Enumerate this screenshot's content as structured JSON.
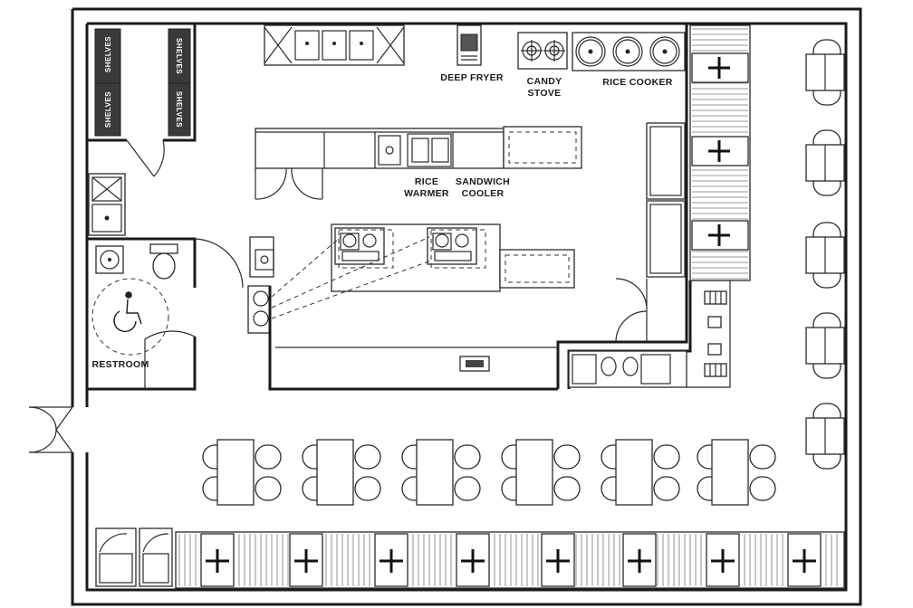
{
  "labels": {
    "shelves_1": "SHELVES",
    "shelves_2": "SHELVES",
    "shelves_3": "SHELVES",
    "shelves_4": "SHELVES",
    "deep_fryer": "DEEP FRYER",
    "candy_stove_1": "CANDY",
    "candy_stove_2": "STOVE",
    "rice_cooker": "RICE COOKER",
    "rice_warmer_1": "RICE",
    "rice_warmer_2": "WARMER",
    "sandwich_cooler_1": "SANDWICH",
    "sandwich_cooler_2": "COOLER",
    "restroom": "RESTROOM"
  },
  "colors": {
    "wall": "#1a1a1a",
    "shelf_fill": "#3a3a3a",
    "background": "#ffffff"
  }
}
